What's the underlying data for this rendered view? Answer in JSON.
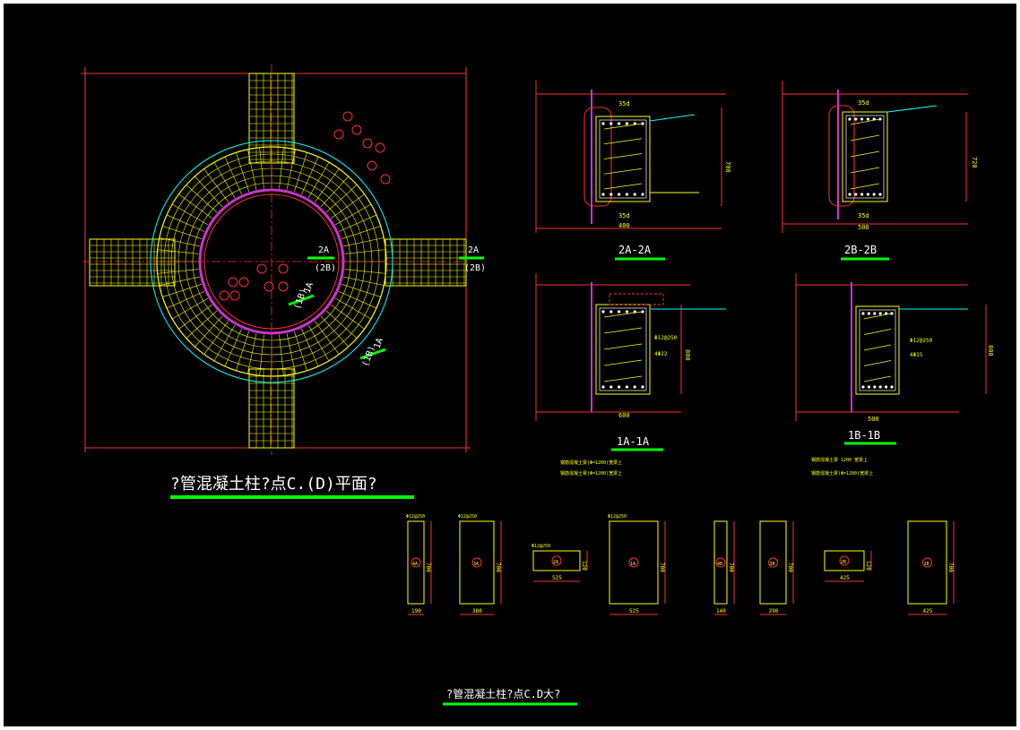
{
  "plan": {
    "title": "?管混凝土柱?点C.(D)平面?",
    "sec2a_mark": "2A",
    "sec2b_mark": "(2B)",
    "sec1a_mark": "1A",
    "sec1b_mark": "(1B)"
  },
  "sections": {
    "s2a": {
      "title": "2A-2A",
      "dim_top": "35d",
      "dim_bottom": "35d",
      "width": "400",
      "height": "700"
    },
    "s2b": {
      "title": "2B-2B",
      "dim_top": "35d",
      "dim_bottom": "35d",
      "width": "500",
      "height": "720"
    },
    "s1a": {
      "title": "1A-1A",
      "width": "600",
      "height": "800",
      "bar1": "4Φ22",
      "bar2": "Φ12@250"
    },
    "s1b": {
      "title": "1B-1B",
      "width": "500",
      "height": "800",
      "bar1": "4Φ15",
      "bar2": "Φ12@250"
    }
  },
  "notes": {
    "n1a_1": "钢筋混凝土梁(Φ=1200)宽梁上",
    "n1a_2": "钢筋混凝土梁(Φ=1200)宽梁上",
    "n1b_1": "钢筋混凝土梁 1200 宽梁上",
    "n1b_2": "钢筋混凝土梁(Φ=1200)宽梁上"
  },
  "stirrups": [
    {
      "label": "4A",
      "width": "190",
      "height": "700"
    },
    {
      "label": "3A",
      "width": "380",
      "height": "700"
    },
    {
      "label": "2A",
      "width": "525",
      "height": "120"
    },
    {
      "label": "1A",
      "width": "525",
      "height": "700"
    },
    {
      "label": "4B",
      "width": "140",
      "height": "700"
    },
    {
      "label": "3B",
      "width": "290",
      "height": "700"
    },
    {
      "label": "2B",
      "width": "425",
      "height": "120"
    },
    {
      "label": "1B",
      "width": "425",
      "height": "700"
    }
  ],
  "stirrup_spec": "Φ12@250",
  "detail_title": "?管混凝土柱?点C.D大?",
  "colors": {
    "frame": "#000000",
    "rebar": "#ffff00",
    "dim": "#ff3030",
    "title": "#00ff00",
    "tube": "#cc33cc",
    "outline": "#00ffff"
  }
}
